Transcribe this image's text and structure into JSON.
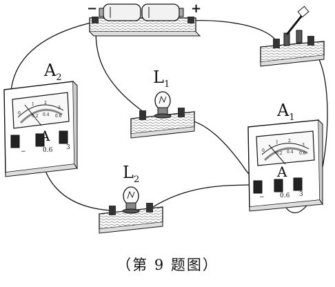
{
  "battery": {
    "minus": "−",
    "plus": "+"
  },
  "ammeter_a2": {
    "label_main": "A",
    "label_sub": "2",
    "unit": "A",
    "scale_ticks": [
      "0",
      "1",
      "2",
      "3",
      "0.2",
      "0.4",
      "0.6"
    ],
    "terminals": [
      "−",
      "0.6",
      "3"
    ]
  },
  "ammeter_a1": {
    "label_main": "A",
    "label_sub": "1",
    "unit": "A",
    "scale_ticks": [
      "0",
      "1",
      "2",
      "3",
      "0.2",
      "0.4",
      "0.6"
    ],
    "terminals": [
      "−",
      "0.6",
      "3"
    ]
  },
  "lamp_l1": {
    "label_main": "L",
    "label_sub": "1"
  },
  "lamp_l2": {
    "label_main": "L",
    "label_sub": "2"
  },
  "caption": "（第 9 题图）"
}
